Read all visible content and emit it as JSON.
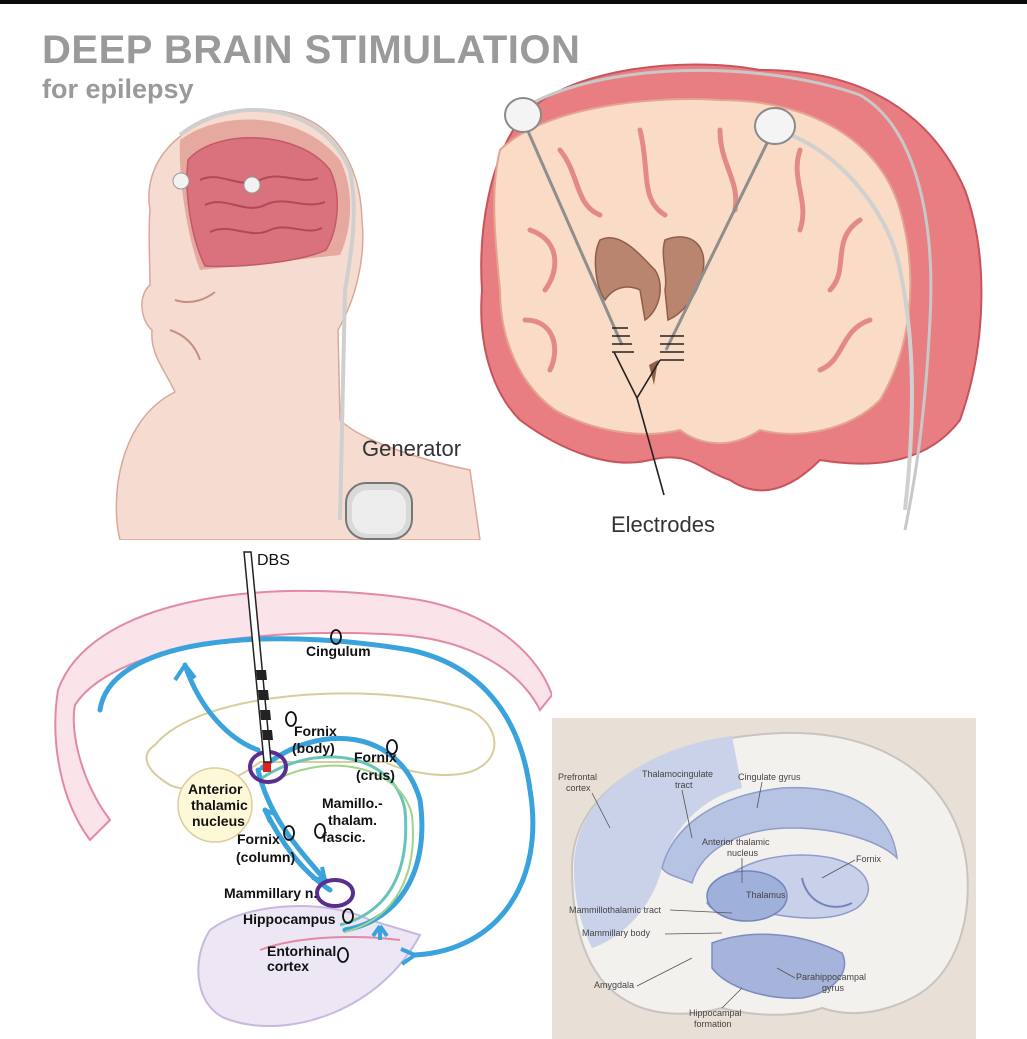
{
  "header": {
    "title": "DEEP BRAIN STIMULATION",
    "subtitle": "for epilepsy"
  },
  "top_illustration": {
    "generator_label": "Generator",
    "electrodes_label": "Electrodes"
  },
  "circuit_diagram": {
    "dbs_label": "DBS",
    "labels": {
      "cingulum": "Cingulum",
      "fornix_body_1": "Fornix",
      "fornix_body_2": "(body)",
      "fornix_crus_1": "Fornix",
      "fornix_crus_2": "(crus)",
      "anterior_1": "Anterior",
      "anterior_2": "thalamic",
      "anterior_3": "nucleus",
      "mamillo_1": "Mamillo.-",
      "mamillo_2": "thalam.",
      "mamillo_3": "fascic.",
      "fornix_column_1": "Fornix",
      "fornix_column_2": "(column)",
      "mammillary": "Mammillary n.",
      "hippocampus": "Hippocampus",
      "entorhinal_1": "Entorhinal",
      "entorhinal_2": "cortex"
    },
    "colors": {
      "pathway": "#3aa3dc",
      "nucleus": "#5a2d91",
      "stim": "#e0211b"
    }
  },
  "medial_view": {
    "labels": {
      "prefrontal_1": "Prefrontal",
      "prefrontal_2": "cortex",
      "thalamocingulate_1": "Thalamocingulate",
      "thalamocingulate_2": "tract",
      "cingulate_gyrus": "Cingulate gyrus",
      "anterior_thalamic_1": "Anterior thalamic",
      "anterior_thalamic_2": "nucleus",
      "fornix": "Fornix",
      "thalamus": "Thalamus",
      "mammillothalamic": "Mammillothalamic tract",
      "mammillary_body": "Mammillary body",
      "amygdala": "Amygdala",
      "parahippocampal_1": "Parahippocampal",
      "parahippocampal_2": "gyrus",
      "hippocampal_1": "Hippocampal",
      "hippocampal_2": "formation"
    }
  }
}
